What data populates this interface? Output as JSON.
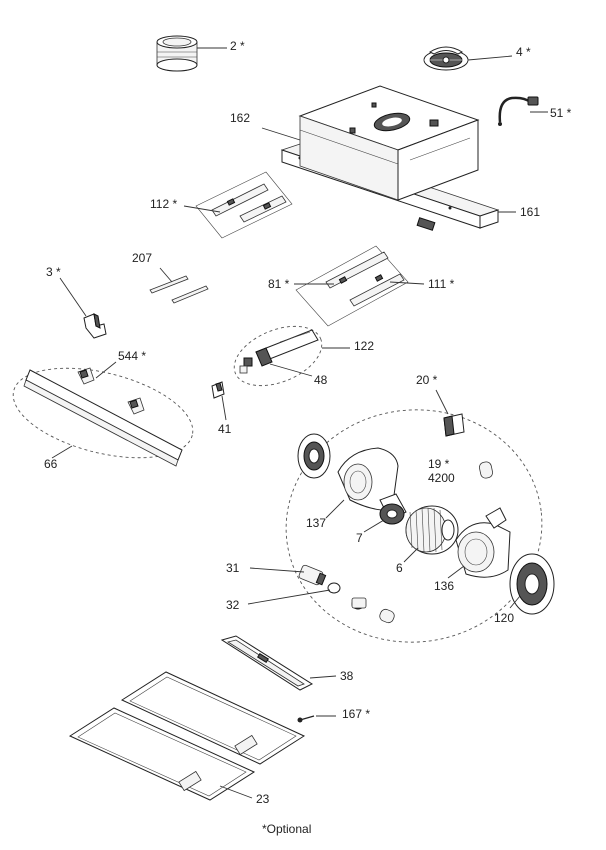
{
  "labels": {
    "p2": "2 *",
    "p4": "4 *",
    "p51": "51 *",
    "p162": "162",
    "p161": "161",
    "p112": "112 *",
    "p207": "207",
    "p3": "3 *",
    "p81": "81 *",
    "p111": "111 *",
    "p544": "544 *",
    "p122": "122",
    "p48": "48",
    "p66": "66",
    "p41": "41",
    "p20": "20 *",
    "p19": "19 *",
    "p4200": "4200",
    "p137": "137",
    "p7": "7",
    "p6": "6",
    "p136": "136",
    "p31": "31",
    "p32": "32",
    "p120": "120",
    "p38": "38",
    "p167": "167 *",
    "p23": "23"
  },
  "footnote": "*Optional"
}
